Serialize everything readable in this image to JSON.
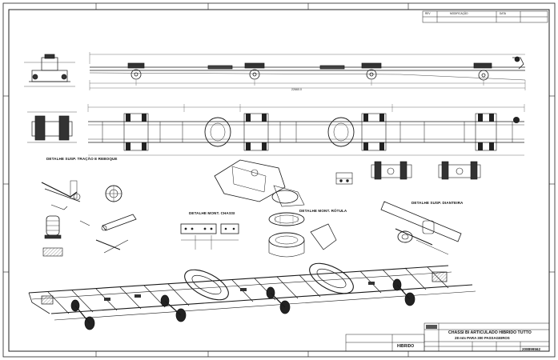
{
  "labels": {
    "detail_traction": "DETALHE SUSP. TRAÇÃO E REBOQUE",
    "detail_chassis": "DETALHE MONT. CHASSI",
    "detail_rotula": "DETALHE MONT. RÓTULA",
    "detail_front": "DETALHE SUSP. DIANTEIRA"
  },
  "dimensions": {
    "overall_length": "22660.0"
  },
  "revision_block": {
    "col_rev": "REV",
    "col_desc": "MODIFICAÇÃO",
    "col_date": "DATA"
  },
  "title_block": {
    "title_line1": "CHASSI BI ARTICULADO HIBRIDO TUTTO",
    "title_line2": "28 mts PARA 300 PASSAGEIROS",
    "material": "HIBRIDO",
    "drawing_number": "208899562"
  },
  "colors": {
    "ink": "#1a1a1a",
    "paper": "#ffffff",
    "line_grey": "#555555"
  }
}
